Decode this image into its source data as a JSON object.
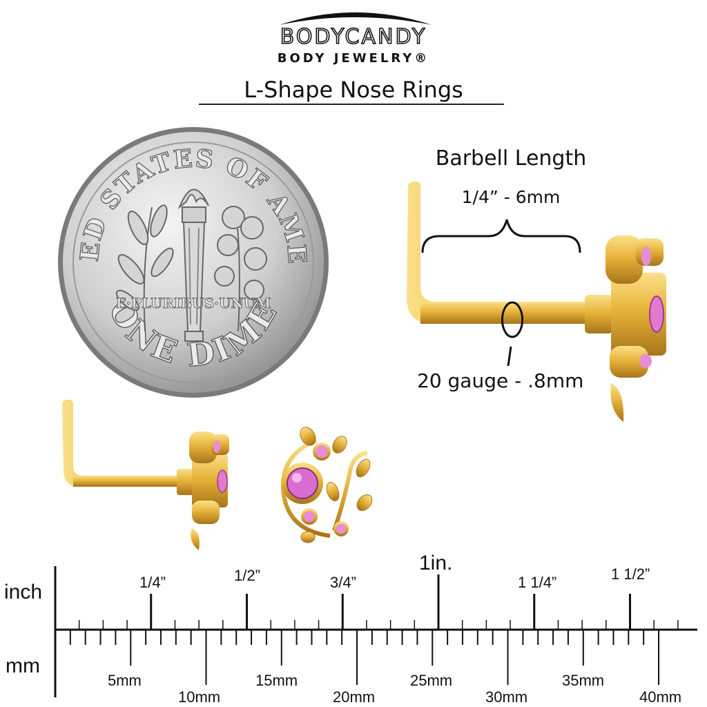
{
  "header": {
    "brand_name": "BODYCANDY",
    "brand_sub": "BODY JEWELRY®",
    "title": "L-Shape Nose Rings"
  },
  "coin": {
    "top_text": "UNITED STATES OF AMERICA",
    "motto": "E·PLURIBUS·UNUM",
    "bottom_text": "ONE DIME"
  },
  "annotations": {
    "barbell_label": "Barbell Length",
    "barbell_value": "1/4” - 6mm",
    "gauge_label": "20 gauge - .8mm"
  },
  "ruler": {
    "unit_inch": "inch",
    "unit_mm": "mm",
    "inch_labels": [
      "1/4”",
      "1/2”",
      "3/4”",
      "1in.",
      "1 1/4”",
      "1 1/2”"
    ],
    "mm_labels": [
      "5mm",
      "10mm",
      "15mm",
      "20mm",
      "25mm",
      "30mm",
      "35mm",
      "40mm"
    ]
  },
  "colors": {
    "gold": "#e7b43a",
    "gold_dark": "#b9831c",
    "pink_gem": "#e07bd0",
    "silver": "#c9c9c9",
    "ink": "#111111"
  }
}
